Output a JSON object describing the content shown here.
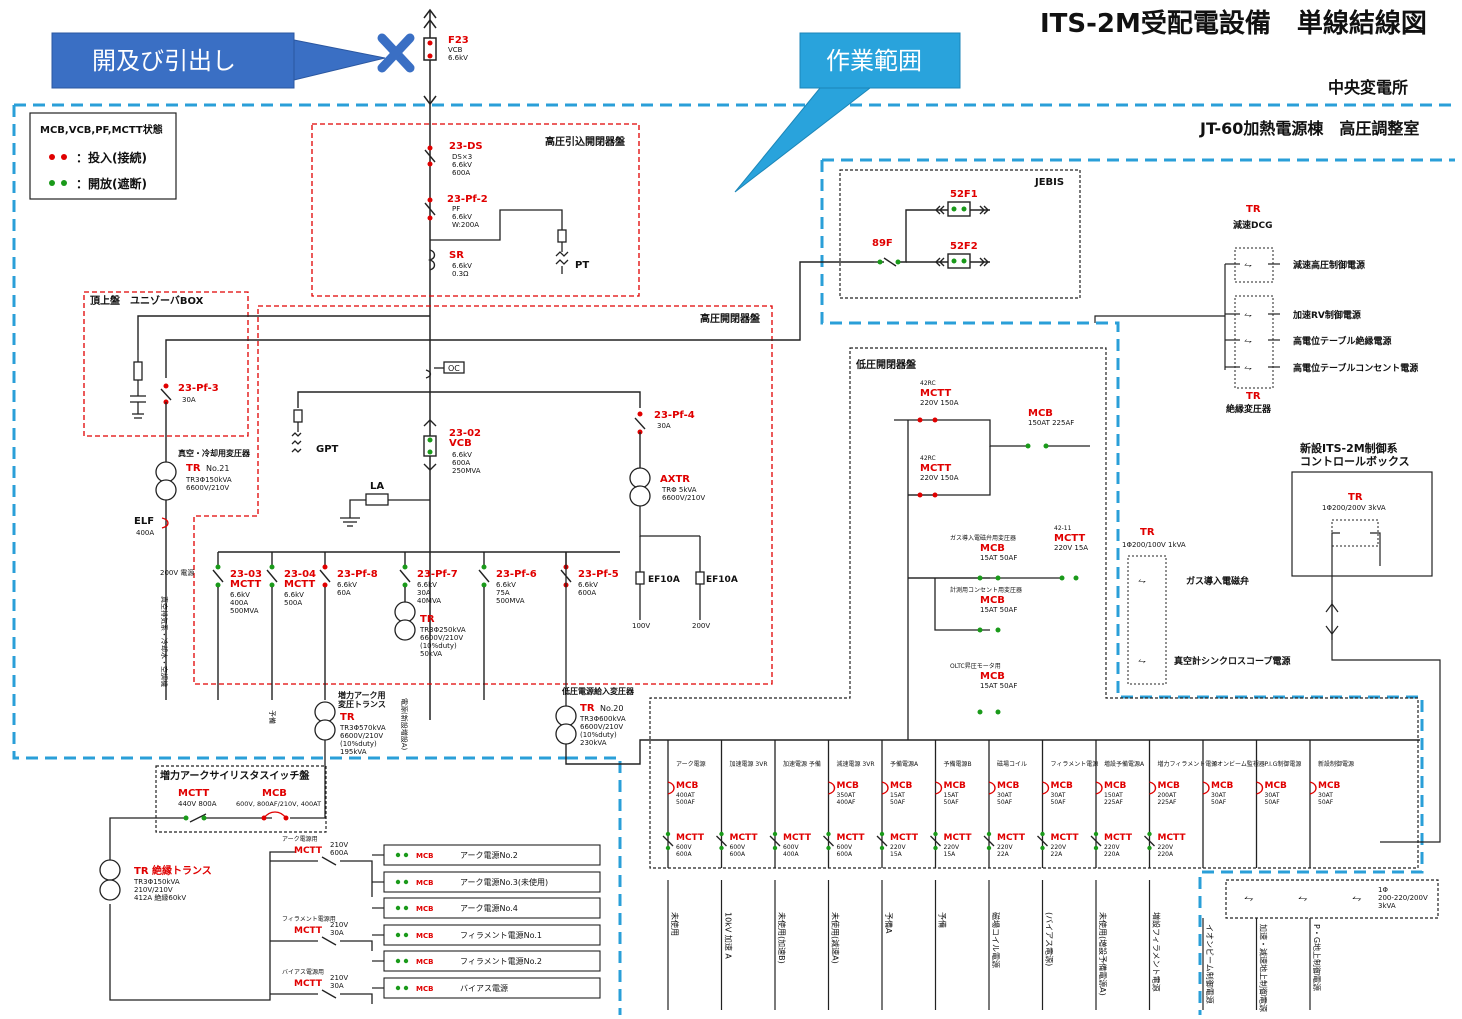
{
  "header": {
    "title": "ITS-2M受配電設備　単線結線図",
    "substation": "中央変電所",
    "building": "JT-60加熱電源棟　高圧調整室"
  },
  "callouts": {
    "open_pull": "開及び引出し",
    "work_area": "作業範囲"
  },
  "legend": {
    "heading": "MCB,VCB,PF,MCTT状態",
    "closed": "：投入(接続)",
    "open": "：開放(遮断)",
    "closed_color": "#e00000",
    "open_color": "#1a9a1a"
  },
  "incoming": {
    "name": "F23",
    "type": "VCB",
    "rating": "6.6kV"
  },
  "panels": {
    "hv_incoming": "高圧引込開閉器盤",
    "hv_switchgear": "高圧開閉器盤",
    "roof": "頂上盤　ユニゾーバBOX",
    "jebis": "JEBIS",
    "lv_switchgear": "低圧開閉器盤",
    "thyristor": "増力アークサイリスタスイッチ盤",
    "new_control": "新設ITS-2M制御系\nコントロールボックス"
  },
  "hv_devices": {
    "ds": {
      "name": "23-DS",
      "spec1": "DS×3",
      "spec2": "6.6kV",
      "spec3": "600A"
    },
    "pf2": {
      "name": "23-Pf-2",
      "spec1": "PF",
      "spec2": "6.6kV",
      "spec3": "W:200A"
    },
    "sr": {
      "name": "SR",
      "spec1": "6.6kV",
      "spec2": "0.3Ω"
    },
    "pt": "PT",
    "oc": "OC",
    "gpt": "GPT",
    "la": "LA",
    "vcb02": {
      "name": "23-02",
      "type": "VCB",
      "spec1": "6.6kV",
      "spec2": "600A",
      "spec3": "250MVA"
    },
    "pf3": {
      "name": "23-Pf-3",
      "spec1": "30A"
    },
    "pf4": {
      "name": "23-Pf-4",
      "spec1": "30A"
    },
    "axtr": {
      "name": "AXTR",
      "spec1": "TRΦ 5kVA",
      "spec2": "6600V/210V"
    },
    "ef1": "EF10A",
    "ef2": "EF10A",
    "v100": "100V",
    "v200": "200V"
  },
  "feeders": [
    {
      "name": "23-03",
      "type": "MCTT",
      "specs": [
        "6.6kV",
        "400A",
        "500MVA"
      ]
    },
    {
      "name": "23-04",
      "type": "MCTT",
      "specs": [
        "6.6kV",
        "500A"
      ]
    },
    {
      "name": "23-Pf-8",
      "type": "",
      "specs": [
        "6.6kV",
        "60A"
      ]
    },
    {
      "name": "23-Pf-7",
      "type": "",
      "specs": [
        "6.6kV",
        "30A",
        "40MVA"
      ]
    },
    {
      "name": "23-Pf-6",
      "type": "",
      "specs": [
        "6.6kV",
        "75A",
        "500MVA"
      ]
    },
    {
      "name": "23-Pf-5",
      "type": "",
      "specs": [
        "6.6kV",
        "600A"
      ]
    }
  ],
  "transformers": {
    "tr21": {
      "title": "真空・冷却用変圧器",
      "name": "TR",
      "no": "No.21",
      "spec1": "TR3Φ150kVA",
      "spec2": "6600V/210V"
    },
    "elf": {
      "name": "ELF",
      "spec": "400A"
    },
    "tr_pf7": {
      "name": "TR",
      "spec1": "TR3Φ250kVA",
      "spec2": "6600V/210V",
      "spec3": "(10%duty)",
      "spec4": "50kVA"
    },
    "tr_arc": {
      "title": "増力アーク用\n変圧トランス",
      "name": "TR",
      "spec1": "TR3Φ570kVA",
      "spec2": "6600V/210V",
      "spec3": "(10%duty)",
      "spec4": "195kVA"
    },
    "tr20": {
      "title": "低圧電源給入変圧器",
      "name": "TR",
      "no": "No.20",
      "spec1": "TR3Φ600kVA",
      "spec2": "6600V/210V",
      "spec3": "(10%duty)",
      "spec4": "230kVA"
    },
    "tr_insul": {
      "name": "TR 絶縁トランス",
      "spec1": "TR3Φ150kVA",
      "spec2": "210V/210V",
      "spec3": "412A 絶縁60kV"
    }
  },
  "jebis": {
    "b1": "52F1",
    "b2": "52F2",
    "main": "89F"
  },
  "right_tr": {
    "top_name": "TR",
    "top_sub": "減速DCG",
    "loads": [
      "減速高圧制御電源",
      "加速RV制御電源",
      "高電位テーブル絶縁電源",
      "高電位テーブルコンセント電源"
    ],
    "bottom_name": "TR",
    "bottom_sub": "絶縁変圧器"
  },
  "mid_tr": {
    "name": "TR",
    "spec": "1Φ200/100V 1kVA",
    "loads": [
      "ガス導入電磁弁",
      "真空計シンクロスコープ電源"
    ]
  },
  "ctrl_tr": {
    "name": "TR",
    "spec": "1Φ200/200V 3kVA"
  },
  "lv_upper": [
    {
      "tag": "42RC",
      "name": "MCTT",
      "spec": "220V 150A"
    },
    {
      "tag": "",
      "name": "MCB",
      "spec": "150AT 225AF"
    },
    {
      "tag": "42RC",
      "name": "MCTT",
      "spec": "220V 150A"
    },
    {
      "tag": "ガス導入電磁弁用変圧器",
      "name": "MCB",
      "spec": "15AT 50AF"
    },
    {
      "tag": "42-11",
      "name": "MCTT",
      "spec": "220V 15A"
    },
    {
      "tag": "計測用コンセント用変圧器",
      "name": "MCB",
      "spec": "15AT 50AF"
    },
    {
      "tag": "OLTC昇圧モータ用",
      "name": "MCB",
      "spec": "15AT 50AF"
    }
  ],
  "lv_feeders": [
    {
      "label": "アーク電源",
      "mcb": "MCB",
      "mcb_spec": "400AT 500AF",
      "mctt": "MCTT",
      "mctt_spec": "600V 600A",
      "bottom": "未使用"
    },
    {
      "label": "加速電源 3VR",
      "mcb": "",
      "mcb_spec": "",
      "mctt": "MCTT",
      "mctt_spec": "600V 600A",
      "bottom": "10kV 加速 A"
    },
    {
      "label": "加速電源 予備",
      "mcb": "",
      "mcb_spec": "",
      "mctt": "MCTT",
      "mctt_spec": "600V 400A",
      "bottom": "未使用(加速B)"
    },
    {
      "label": "減速電源 3VR",
      "mcb": "MCB",
      "mcb_spec": "350AT 400AF",
      "mctt": "MCTT",
      "mctt_spec": "600V 600A",
      "bottom": "未使用(減速A)"
    },
    {
      "label": "予備電源A",
      "mcb": "MCB",
      "mcb_spec": "15AT 50AF",
      "mctt": "MCTT",
      "mctt_spec": "220V 15A",
      "bottom": "予備A"
    },
    {
      "label": "予備電源B",
      "mcb": "MCB",
      "mcb_spec": "15AT 50AF",
      "mctt": "MCTT",
      "mctt_spec": "220V 15A",
      "bottom": "予備"
    },
    {
      "label": "磁場コイル",
      "mcb": "MCB",
      "mcb_spec": "30AT 50AF",
      "mctt": "MCTT",
      "mctt_spec": "220V 22A",
      "bottom": "磁場コイル電源"
    },
    {
      "label": "フィラメント電源",
      "mcb": "MCB",
      "mcb_spec": "30AT 50AF",
      "mctt": "MCTT",
      "mctt_spec": "220V 22A",
      "bottom": "(バイアス電源)"
    },
    {
      "label": "増設予備電源A",
      "mcb": "MCB",
      "mcb_spec": "150AT 225AF",
      "mctt": "MCTT",
      "mctt_spec": "220V 220A",
      "bottom": "未使用(増設予備電源A)"
    },
    {
      "label": "増力フィラメント電源",
      "mcb": "MCB",
      "mcb_spec": "200AT 225AF",
      "mctt": "MCTT",
      "mctt_spec": "220V 220A",
      "bottom": "増設フィラメント電源"
    },
    {
      "label": "イオンビーム監視器",
      "mcb": "MCB",
      "mcb_spec": "30AT 50AF",
      "mctt": "",
      "mctt_spec": "",
      "bottom": "イオンビーム制御電源"
    },
    {
      "label": "P.I.G制御電源",
      "mcb": "MCB",
      "mcb_spec": "30AT 50AF",
      "mctt": "",
      "mctt_spec": "",
      "bottom": "加速・減速地上制御電源"
    },
    {
      "label": "新設制御電源",
      "mcb": "MCB",
      "mcb_spec": "30AT 50AF",
      "mctt": "",
      "mctt_spec": "",
      "bottom": "P・G地上制御電源"
    }
  ],
  "lv_bottom_box": {
    "spec": "1Φ\n200-220/200V\n3kVA"
  },
  "thyristor_panel": {
    "mctt": "MCTT",
    "mctt_spec": "440V 800A",
    "mcb": "MCB",
    "mcb_spec": "600V, 800AF/210V, 400AT"
  },
  "arc_outputs": [
    {
      "grp": "アーク電源用 MCTT",
      "grp_spec": "210V 600A",
      "label": "アーク電源No.2"
    },
    {
      "grp": "",
      "grp_spec": "",
      "label": "アーク電源No.3(未使用)"
    },
    {
      "grp": "",
      "grp_spec": "",
      "label": "アーク電源No.4"
    },
    {
      "grp": "フィラメント電源用 MCTT",
      "grp_spec": "210V 30A",
      "label": "フィラメント電源No.1"
    },
    {
      "grp": "",
      "grp_spec": "",
      "label": "フィラメント電源No.2"
    },
    {
      "grp": "バイアス電源用 MCTT",
      "grp_spec": "210V 30A",
      "label": "バイアス電源"
    }
  ],
  "misc": {
    "v200_label": "200V 電源",
    "roof_loads": "真空排気系・冷却水・空調機",
    "yobi": "予備",
    "densen": "電源(新設増設A)"
  }
}
